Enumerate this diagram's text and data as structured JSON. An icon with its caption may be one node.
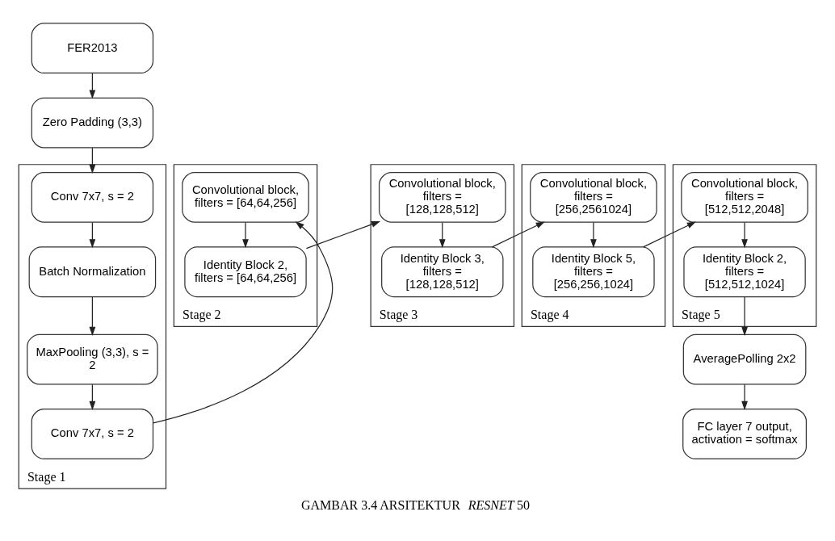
{
  "diagram": {
    "caption": "GAMBAR 3.4 ARSITEKTUR *RESNET* 50",
    "nodes": [
      {
        "text": [
          "FER2013"
        ]
      },
      {
        "text": [
          "Zero Padding (3,3)"
        ]
      },
      {
        "text": [
          "Stage 1"
        ]
      },
      {
        "text": [
          "Conv 7x7, s = 2"
        ],
        "in": 2
      },
      {
        "text": [
          "Batch Normalization"
        ],
        "in": 2
      },
      {
        "text": [
          "MaxPooling (3,3), s = 2"
        ],
        "in": 2
      },
      {
        "text": [
          "Conv 7x7, s = 2"
        ],
        "in": 2
      },
      {
        "text": [
          "Stage 2"
        ]
      },
      {
        "text": [
          "Convolutional block, filters = [64,64,256]"
        ],
        "in": 7
      },
      {
        "text": [
          "Identity Block 2, filters = [64,64,256]"
        ],
        "in": 7
      },
      {
        "text": [
          "Stage 3"
        ]
      },
      {
        "text": [
          "Convolutional block, filters = [128,128,512]"
        ],
        "in": 10
      },
      {
        "text": [
          "Identity Block 3, filters = [128,128,512]"
        ],
        "in": 10
      },
      {
        "text": [
          "Stage 4"
        ]
      },
      {
        "text": [
          "Convolutional block, filters = [256,2561024]"
        ],
        "in": 13
      },
      {
        "text": [
          "Identity Block 5, filters = [256,256,1024]"
        ],
        "in": 13
      },
      {
        "text": [
          "Stage 5"
        ]
      },
      {
        "text": [
          "Convolutional block, filters = [512,512,2048]"
        ],
        "in": 16
      },
      {
        "text": [
          "Identity Block 2, filters = [512,512,1024]"
        ],
        "in": 16
      },
      {
        "text": [
          "AveragePolling 2x2"
        ]
      },
      {
        "text": [
          "FC layer 7 output, activation = softmax"
        ]
      }
    ],
    "edges": [
      {
        "from": 0,
        "to": 1,
        "arrow": "to"
      },
      {
        "from": 1,
        "to": 3,
        "arrow": "to"
      },
      {
        "from": 3,
        "to": 4,
        "arrow": "to"
      },
      {
        "from": 4,
        "to": 5,
        "arrow": "to"
      },
      {
        "from": 5,
        "to": 6,
        "arrow": "to"
      },
      {
        "from": 6,
        "to": 8,
        "arrow": "to"
      },
      {
        "from": 8,
        "to": 9,
        "arrow": "to"
      },
      {
        "from": 9,
        "to": 11,
        "arrow": "to"
      },
      {
        "from": 11,
        "to": 12,
        "arrow": "to"
      },
      {
        "from": 12,
        "to": 14,
        "arrow": "to"
      },
      {
        "from": 14,
        "to": 15,
        "arrow": "to"
      },
      {
        "from": 15,
        "to": 17,
        "arrow": "to"
      },
      {
        "from": 17,
        "to": 18,
        "arrow": "to"
      },
      {
        "from": 18,
        "to": 19,
        "arrow": "to"
      },
      {
        "from": 19,
        "to": 20,
        "arrow": "to"
      }
    ]
  }
}
